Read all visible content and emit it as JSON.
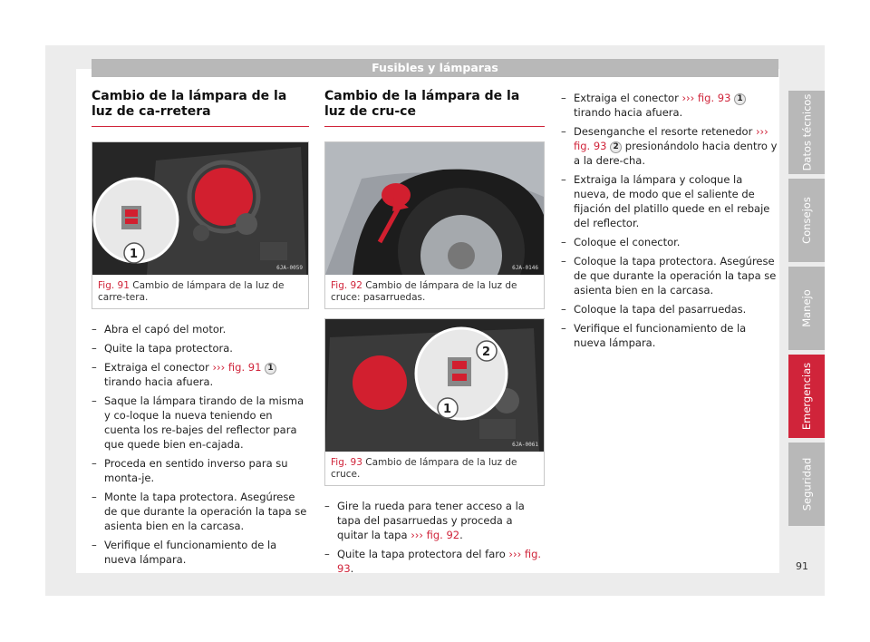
{
  "header": {
    "title": "Fusibles y lámparas"
  },
  "side_tabs": [
    {
      "label": "Datos técnicos",
      "active": false
    },
    {
      "label": "Consejos",
      "active": false
    },
    {
      "label": "Manejo",
      "active": false
    },
    {
      "label": "Emergencias",
      "active": true
    },
    {
      "label": "Seguridad",
      "active": false
    }
  ],
  "page_number": "91",
  "colors": {
    "accent": "#d0243a",
    "tab_gray": "#b8b8b8"
  },
  "col1": {
    "title": "Cambio de la lámpara de la luz de ca-rretera",
    "figure": {
      "label": "Fig. 91",
      "caption": "Cambio de lámpara de la luz de carre-tera.",
      "code": "6JA-0059",
      "callouts": [
        "1"
      ]
    },
    "steps": [
      {
        "text": "Abra el capó del motor."
      },
      {
        "text": "Quite la tapa protectora."
      },
      {
        "pre": "Extraiga el conector ",
        "ref": "››› fig. 91",
        "num": "1",
        "post": " tirando hacia afuera."
      },
      {
        "text": "Saque la lámpara tirando de la misma y co-loque la nueva teniendo en cuenta los re-bajes del reflector para que quede bien en-cajada."
      },
      {
        "text": "Proceda en sentido inverso para su monta-je."
      },
      {
        "text": "Monte la tapa protectora. Asegúrese de que durante la operación la tapa se asienta bien en la carcasa."
      },
      {
        "text": "Verifique el funcionamiento de la nueva lámpara."
      }
    ]
  },
  "col2": {
    "title": "Cambio de la lámpara de la luz de cru-ce",
    "figure_a": {
      "label": "Fig. 92",
      "caption": "Cambio de lámpara de la luz de cruce: pasarruedas.",
      "code": "6JA-0146"
    },
    "figure_b": {
      "label": "Fig. 93",
      "caption": "Cambio de lámpara de la luz de cruce.",
      "code": "6JA-0061",
      "callouts": [
        "2",
        "1"
      ]
    },
    "steps": [
      {
        "pre": "Gire la rueda para tener acceso a la tapa del pasarruedas y proceda a quitar la tapa ",
        "ref": "››› fig. 92",
        "post": "."
      },
      {
        "pre": "Quite la tapa protectora del faro ",
        "ref": "››› fig. 93",
        "post": "."
      }
    ]
  },
  "col3": {
    "steps": [
      {
        "pre": "Extraiga el conector ",
        "ref": "››› fig. 93",
        "num": "1",
        "post": " tirando hacia afuera."
      },
      {
        "pre": "Desenganche el resorte retenedor ",
        "ref": "››› fig. 93",
        "num": "2",
        "post": " presionándolo hacia dentro y a la dere-cha."
      },
      {
        "text": "Extraiga la lámpara y coloque la nueva, de modo que el saliente de fijación del platillo quede en el rebaje del reflector."
      },
      {
        "text": "Coloque el conector."
      },
      {
        "text": "Coloque la tapa protectora. Asegúrese de que durante la operación la tapa se asienta bien en la carcasa."
      },
      {
        "text": "Coloque la tapa del pasarruedas."
      },
      {
        "text": "Verifique el funcionamiento de la nueva lámpara."
      }
    ]
  }
}
